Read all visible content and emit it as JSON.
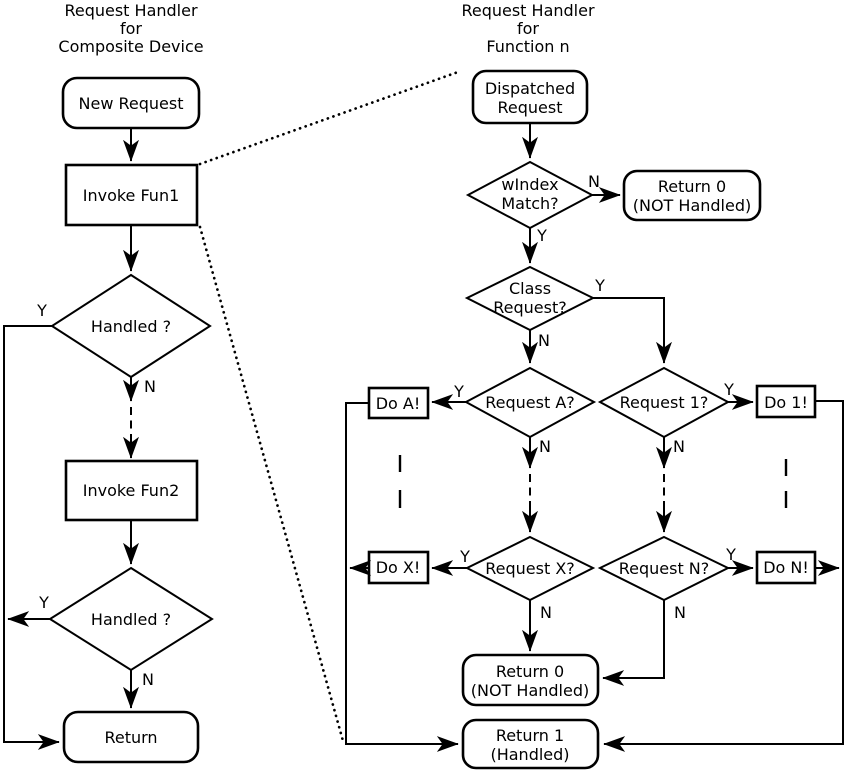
{
  "diagram": {
    "background_color": "#ffffff",
    "line_color": "#000000",
    "text_color": "#000000"
  },
  "left_chart": {
    "title": [
      "Request Handler",
      "for",
      "Composite Device"
    ],
    "new_request": "New Request",
    "invoke_fun1": "Invoke Fun1",
    "handled_1": "Handled ?",
    "invoke_fun2": "Invoke Fun2",
    "handled_2": "Handled ?",
    "return": "Return",
    "yes": "Y",
    "no": "N"
  },
  "right_chart": {
    "title": [
      "Request Handler",
      "for",
      "Function n"
    ],
    "dispatched_request": [
      "Dispatched",
      "Request"
    ],
    "windex_match": [
      "wIndex",
      "Match?"
    ],
    "return_0_top": [
      "Return 0",
      "(NOT Handled)"
    ],
    "class_request": [
      "Class",
      "Request?"
    ],
    "request_a": "Request A?",
    "request_1": "Request 1?",
    "do_a": "Do A!",
    "do_1": "Do 1!",
    "request_x": "Request X?",
    "request_n": "Request N?",
    "do_x": "Do X!",
    "do_n": "Do N!",
    "return_0_bottom": [
      "Return 0",
      "(NOT Handled)"
    ],
    "return_1": [
      "Return 1",
      "(Handled)"
    ],
    "yes": "Y",
    "no": "N"
  }
}
